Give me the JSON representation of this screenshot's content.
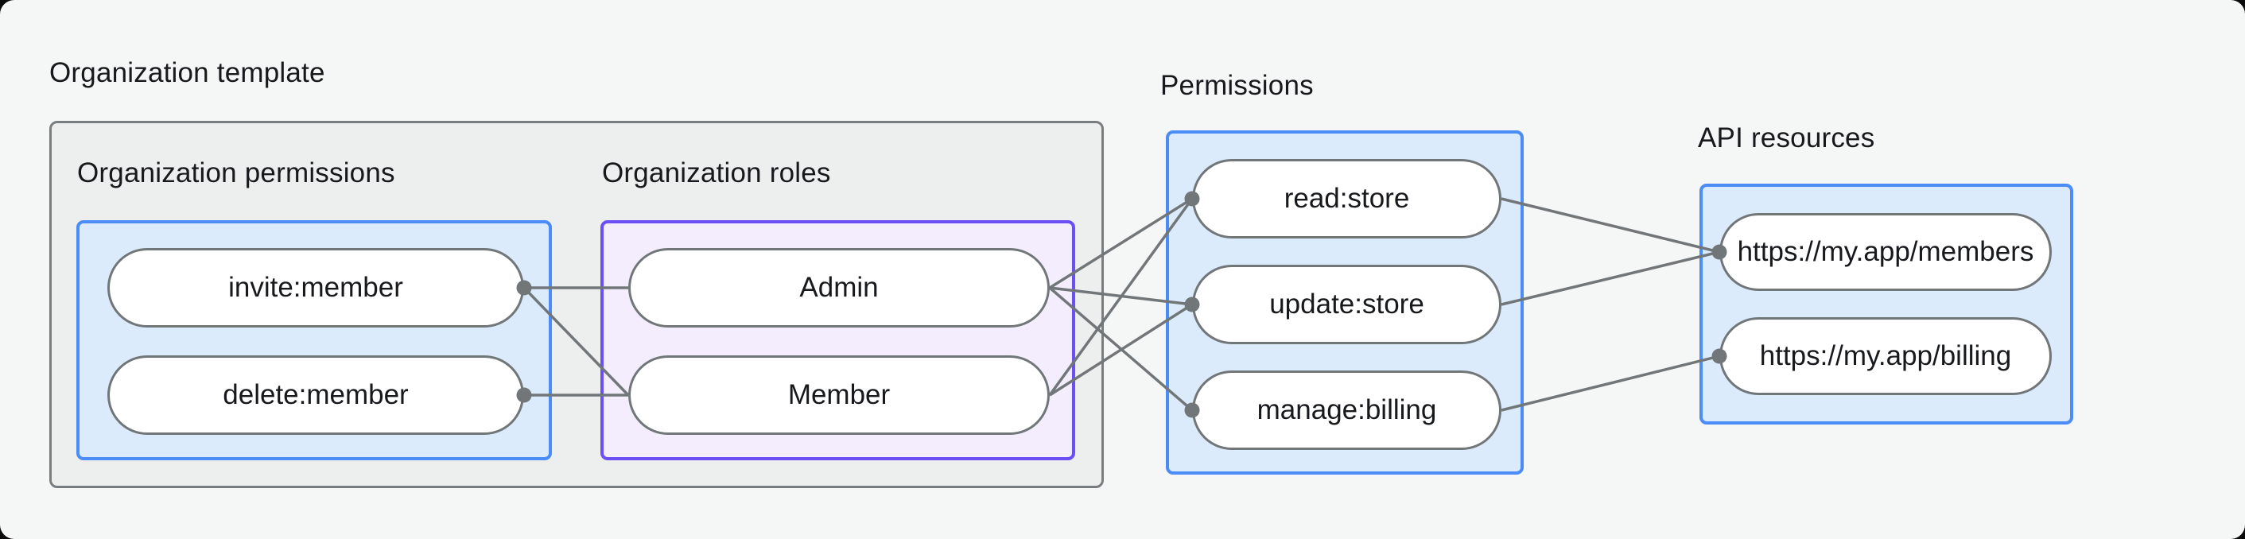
{
  "labels": {
    "org_template": "Organization template",
    "org_permissions": "Organization permissions",
    "org_roles": "Organization roles",
    "permissions": "Permissions",
    "api_resources": "API resources"
  },
  "nodes": {
    "invite": "invite:member",
    "delete": "delete:member",
    "admin": "Admin",
    "member": "Member",
    "read": "read:store",
    "update": "update:store",
    "manage": "manage:billing",
    "members": "https://my.app/members",
    "billing": "https://my.app/billing"
  },
  "diagram": {
    "edges": [
      {
        "from": "invite",
        "to": "admin"
      },
      {
        "from": "invite",
        "to": "member"
      },
      {
        "from": "delete",
        "to": "member"
      },
      {
        "from": "admin",
        "to": "read"
      },
      {
        "from": "admin",
        "to": "update"
      },
      {
        "from": "admin",
        "to": "manage"
      },
      {
        "from": "member",
        "to": "read"
      },
      {
        "from": "member",
        "to": "update"
      },
      {
        "from": "read",
        "to": "members"
      },
      {
        "from": "update",
        "to": "members"
      },
      {
        "from": "manage",
        "to": "billing"
      }
    ],
    "dots": [
      {
        "node": "invite",
        "side": "right"
      },
      {
        "node": "delete",
        "side": "right"
      },
      {
        "node": "read",
        "side": "left"
      },
      {
        "node": "update",
        "side": "left"
      },
      {
        "node": "manage",
        "side": "left"
      },
      {
        "node": "members",
        "side": "left"
      },
      {
        "node": "billing",
        "side": "left"
      }
    ],
    "line_width": 3.5,
    "dot_radius": 9.5
  },
  "theme": {
    "background": "#f5f6f6",
    "panel_fill": "#edeeee",
    "panel_border": "#787d80",
    "blue_border": "#4b8cf7",
    "blue_fill": "#dcebfc",
    "purple_border": "#6c4ef5",
    "purple_fill": "#f3edfe",
    "node_fill": "#ffffff",
    "line": "#717679",
    "text": "#17191c"
  }
}
